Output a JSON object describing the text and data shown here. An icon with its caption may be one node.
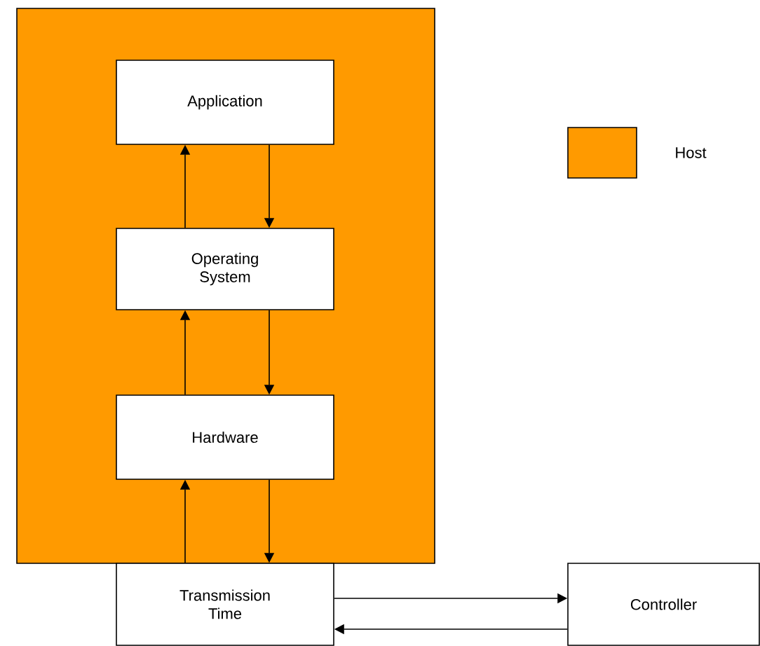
{
  "diagram": {
    "nodes": [
      {
        "text": [],
        "shape": "box"
      },
      {
        "text": [
          "Application"
        ],
        "in": 0
      },
      {
        "text": [
          "Operating System"
        ],
        "in": 0
      },
      {
        "text": [
          "Hardware"
        ],
        "in": 0
      },
      {
        "text": [
          "Transmission Time"
        ]
      },
      {
        "text": [
          "Controller"
        ]
      }
    ],
    "edges": [
      {
        "from": 2,
        "to": 1,
        "arrow": "to"
      },
      {
        "from": 1,
        "to": 2,
        "arrow": "to"
      },
      {
        "from": 3,
        "to": 2,
        "arrow": "to"
      },
      {
        "from": 2,
        "to": 3,
        "arrow": "to"
      },
      {
        "from": 4,
        "to": 3,
        "arrow": "to"
      },
      {
        "from": 3,
        "to": 4,
        "arrow": "to"
      },
      {
        "from": 4,
        "to": 5,
        "arrow": "to"
      },
      {
        "from": 5,
        "to": 4,
        "arrow": "to"
      }
    ],
    "legend": [
      {
        "text": "Host",
        "color": "#ff9a00"
      }
    ]
  }
}
